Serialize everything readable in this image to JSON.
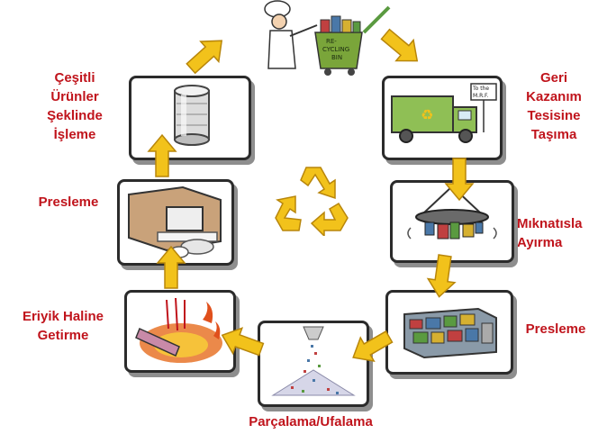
{
  "labels": {
    "cesitli": "Çeşitli\nÜrünler\nŞeklinde\nİşleme",
    "geri": "Geri\nKazanım\nTesisine\nTaşıma",
    "presleme_left": "Presleme",
    "miknatis": "Mıknatısla\nAyırma",
    "eriyik": "Eriyik Haline\nGetirme",
    "presleme_right": "Presleme",
    "parcalama": "Parçalama/Ufalama"
  },
  "illustration_text": {
    "bin": "RE-\nCYCLING\nBIN",
    "truck_sign": "To the\nM.R.F."
  },
  "colors": {
    "label_red": "#c0141c",
    "arrow_yellow": "#f2c21b",
    "arrow_outline": "#b8860b",
    "panel_border": "#2b2b2b",
    "bin_green": "#7aa53a"
  }
}
